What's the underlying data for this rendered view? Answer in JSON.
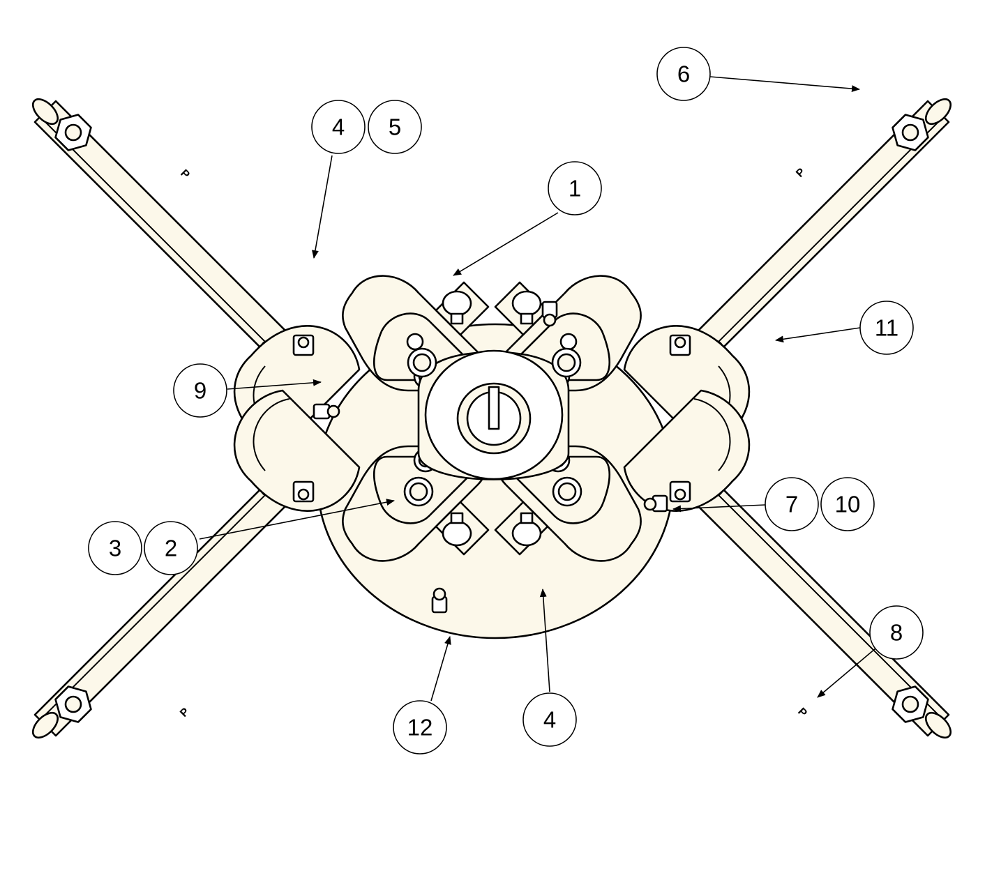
{
  "diagram": {
    "callouts": [
      {
        "id": "c1",
        "label": "1"
      },
      {
        "id": "c2",
        "label": "2"
      },
      {
        "id": "c3",
        "label": "3"
      },
      {
        "id": "c4a",
        "label": "4"
      },
      {
        "id": "c4b",
        "label": "4"
      },
      {
        "id": "c5",
        "label": "5"
      },
      {
        "id": "c6",
        "label": "6"
      },
      {
        "id": "c7",
        "label": "7"
      },
      {
        "id": "c8",
        "label": "8"
      },
      {
        "id": "c9",
        "label": "9"
      },
      {
        "id": "c10",
        "label": "10"
      },
      {
        "id": "c11",
        "label": "11"
      },
      {
        "id": "c12",
        "label": "12"
      }
    ],
    "arm_marks": [
      "P",
      "P",
      "P",
      "P"
    ]
  }
}
